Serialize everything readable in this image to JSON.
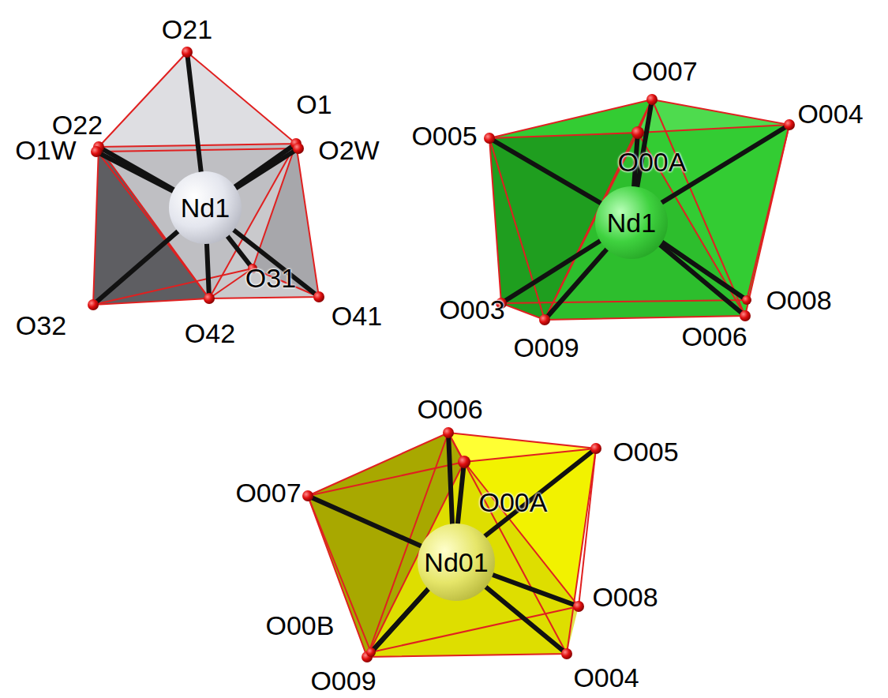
{
  "diagram": {
    "nodes": [
      {
        "text": [
          "Nd1"
        ]
      },
      {
        "text": [
          "Nd1"
        ]
      },
      {
        "text": [
          "Nd01"
        ]
      }
    ],
    "labels": [
      "O21",
      "O1",
      "O22",
      "O2W",
      "O1W",
      "O31",
      "O32",
      "O42",
      "O41",
      "O007",
      "O004",
      "O005",
      "O00A",
      "O003",
      "O008",
      "O009",
      "O006",
      "O006",
      "O005",
      "O007",
      "O00A",
      "O008",
      "O00B",
      "O009",
      "O004"
    ]
  }
}
